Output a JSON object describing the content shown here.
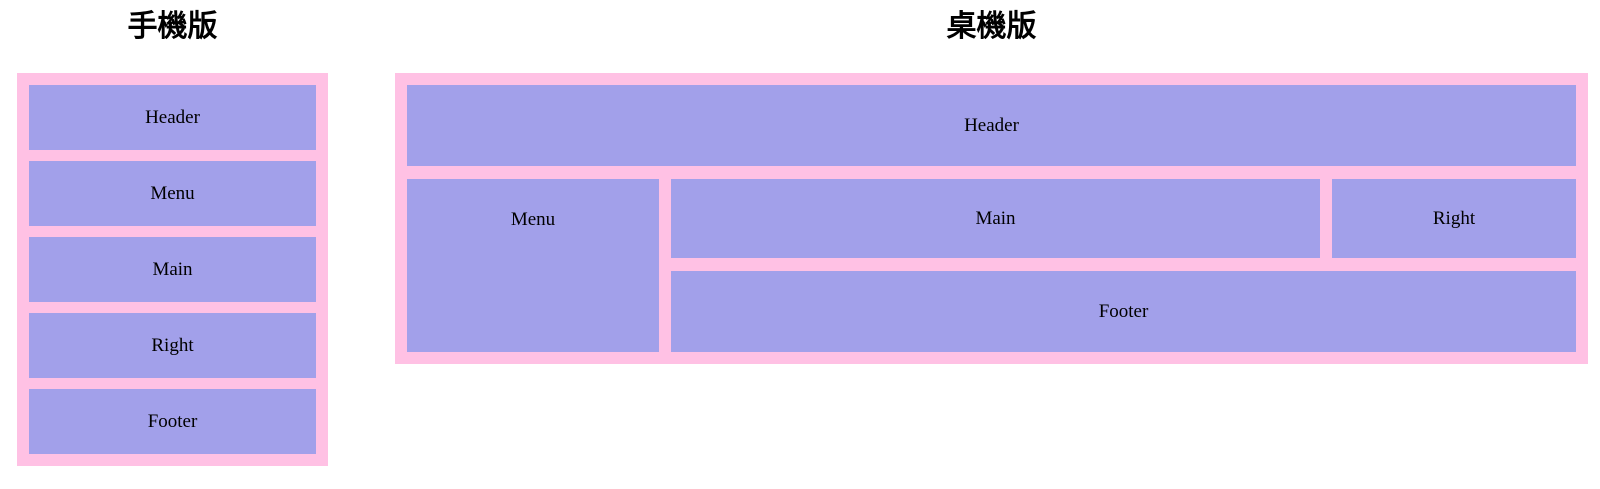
{
  "colors": {
    "container_pink": "#ffc1e4",
    "box_purple": "#a2a0ea",
    "label_text": "#000000",
    "page_background": "#ffffff"
  },
  "mobile_panel": {
    "title": "手機版",
    "boxes": [
      {
        "label": "Header"
      },
      {
        "label": "Menu"
      },
      {
        "label": "Main"
      },
      {
        "label": "Right"
      },
      {
        "label": "Footer"
      }
    ]
  },
  "desktop_panel": {
    "title": "桌機版",
    "boxes": {
      "header": {
        "label": "Header"
      },
      "menu": {
        "label": "Menu"
      },
      "main": {
        "label": "Main"
      },
      "right": {
        "label": "Right"
      },
      "footer": {
        "label": "Footer"
      }
    }
  }
}
